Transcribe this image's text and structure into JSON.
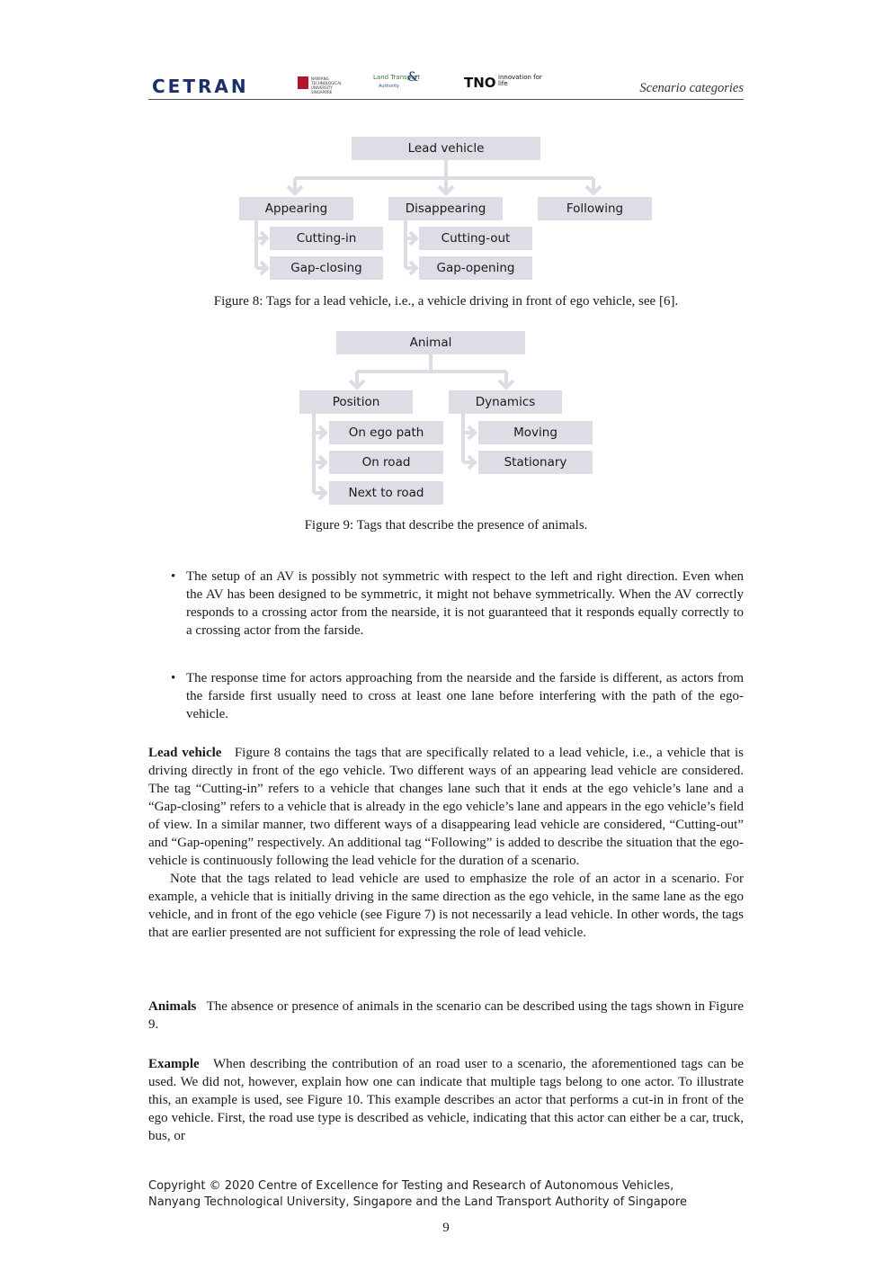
{
  "header": {
    "logo_cetran": "CETRAN",
    "logo_ntu_text": "NANYANG TECHNOLOGICAL UNIVERSITY SINGAPORE",
    "logo_lta_main": "Land Transport",
    "logo_lta_sub": "Authority",
    "logo_tno_big": "TNO",
    "logo_tno_small": "innovation for life",
    "right_title": "Scenario categories"
  },
  "figure8": {
    "root": "Lead vehicle",
    "children": [
      "Appearing",
      "Disappearing",
      "Following"
    ],
    "appearing_sub": [
      "Cutting-in",
      "Gap-closing"
    ],
    "disappearing_sub": [
      "Cutting-out",
      "Gap-opening"
    ],
    "caption": "Figure 8: Tags for a lead vehicle, i.e., a vehicle driving in front of ego vehicle, see [6]."
  },
  "figure9": {
    "root": "Animal",
    "children": [
      "Position",
      "Dynamics"
    ],
    "position_sub": [
      "On ego path",
      "On road",
      "Next to road"
    ],
    "dynamics_sub": [
      "Moving",
      "Stationary"
    ],
    "caption": "Figure 9: Tags that describe the presence of animals."
  },
  "bullets": [
    "The setup of an AV is possibly not symmetric with respect to the left and right direction. Even when the AV has been designed to be symmetric, it might not behave symmetrically. When the AV correctly responds to a crossing actor from the nearside, it is not guaranteed that it responds equally correctly to a crossing actor from the farside.",
    "The response time for actors approaching from the nearside and the farside is different, as actors from the farside first usually need to cross at least one lane before interfering with the path of the ego-vehicle."
  ],
  "lead_vehicle": {
    "heading": "Lead vehicle",
    "para1": "Figure 8 contains the tags that are specifically related to a lead vehicle, i.e., a vehicle that is driving directly in front of the ego vehicle. Two different ways of an appearing lead vehicle are considered. The tag “Cutting-in” refers to a vehicle that changes lane such that it ends at the ego vehicle’s lane and a “Gap-closing” refers to a vehicle that is already in the ego vehicle’s lane and appears in the ego vehicle’s field of view. In a similar manner, two different ways of a disappearing lead vehicle are considered, “Cutting-out” and “Gap-opening” respectively. An additional tag “Following” is added to describe the situation that the ego-vehicle is continuously following the lead vehicle for the duration of a scenario.",
    "para2": "Note that the tags related to lead vehicle are used to emphasize the role of an actor in a scenario. For example, a vehicle that is initially driving in the same direction as the ego vehicle, in the same lane as the ego vehicle, and in front of the ego vehicle (see Figure 7) is not necessarily a lead vehicle. In other words, the tags that are earlier presented are not sufficient for expressing the role of lead vehicle."
  },
  "animals": {
    "heading": "Animals",
    "para": "The absence or presence of animals in the scenario can be described using the tags shown in Figure 9."
  },
  "example": {
    "heading": "Example",
    "para": "When describing the contribution of an road user to a scenario, the aforementioned tags can be used. We did not, however, explain how one can indicate that multiple tags belong to one actor. To illustrate this, an example is used, see Figure 10. This example describes an actor that performs a cut-in in front of the ego vehicle. First, the road use type is described as vehicle, indicating that this actor can either be a car, truck, bus, or"
  },
  "footer": {
    "line1": "Copyright © 2020 Centre of Excellence for Testing and Research of Autonomous Vehicles,",
    "line2": "Nanyang Technological University, Singapore and the Land Transport Authority of Singapore"
  },
  "page_number": "9",
  "colors": {
    "node_fill": "#dddde6",
    "connector": "#dcdce4",
    "cetran_blue": "#1c2f6b"
  }
}
